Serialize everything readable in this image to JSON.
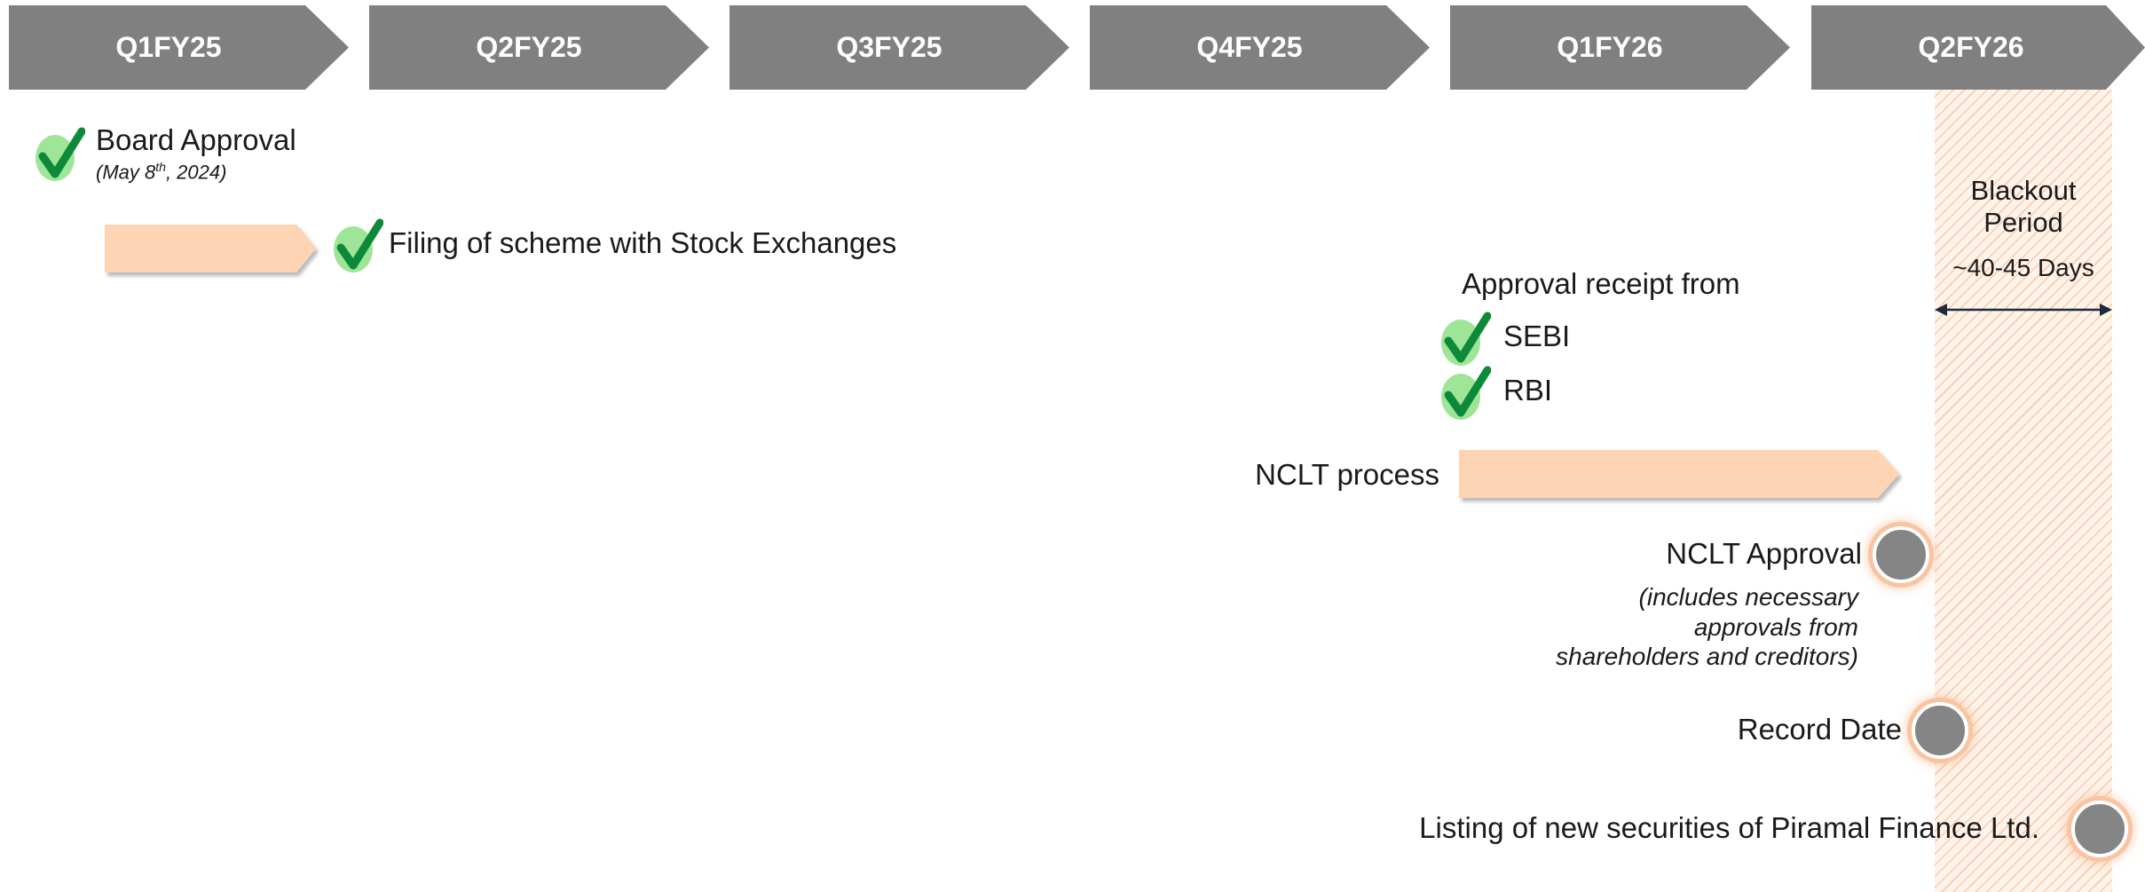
{
  "timeline": {
    "quarters": [
      "Q1FY25",
      "Q2FY25",
      "Q3FY25",
      "Q4FY25",
      "Q1FY26",
      "Q2FY26"
    ],
    "bar_color": "#808080",
    "process_color": "#fdd4b4"
  },
  "milestones": {
    "board_approval": {
      "label": "Board Approval",
      "date_prefix": "(May 8",
      "date_sup": "th",
      "date_suffix": ", 2024)"
    },
    "filing": {
      "label": "Filing of scheme with Stock Exchanges"
    },
    "approval_receipt": {
      "heading": "Approval receipt from",
      "items": [
        "SEBI",
        "RBI"
      ]
    },
    "nclt_process": {
      "label": "NCLT process"
    },
    "nclt_approval": {
      "label": "NCLT Approval",
      "note_lines": [
        "(includes necessary",
        "approvals from",
        "shareholders and creditors)"
      ]
    },
    "record_date": {
      "label": "Record Date"
    },
    "listing": {
      "label": "Listing of new securities of Piramal Finance Ltd."
    }
  },
  "blackout": {
    "title_line1": "Blackout",
    "title_line2": "Period",
    "duration": "~40-45 Days"
  }
}
